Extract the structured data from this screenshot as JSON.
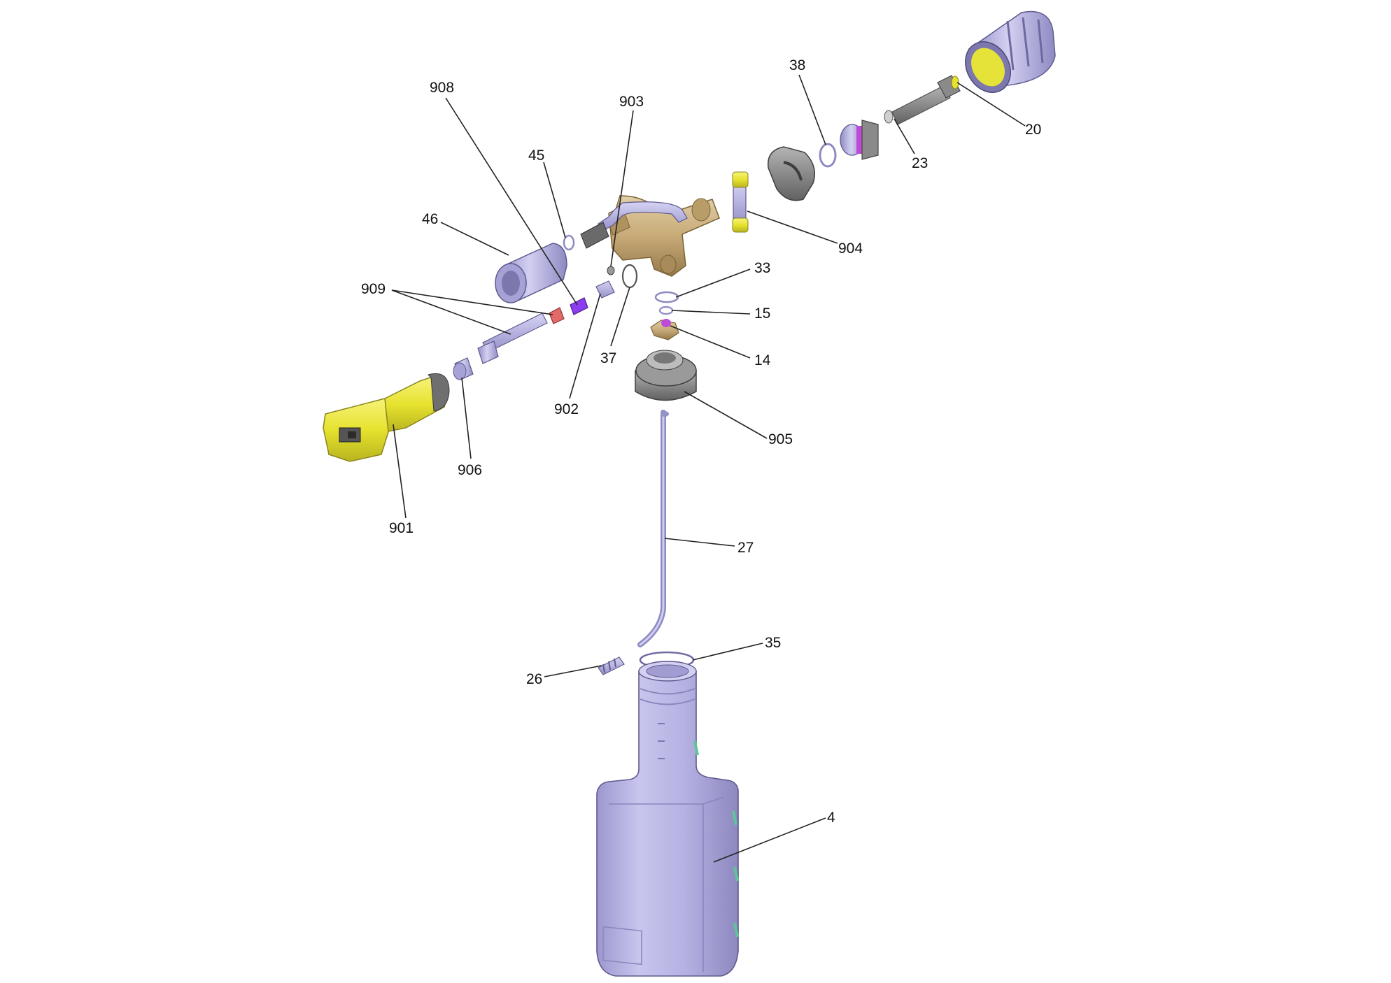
{
  "diagram": {
    "type": "exploded-parts-view",
    "callouts": [
      {
        "id": "20",
        "label": "20"
      },
      {
        "id": "23",
        "label": "23"
      },
      {
        "id": "38",
        "label": "38"
      },
      {
        "id": "904",
        "label": "904"
      },
      {
        "id": "903",
        "label": "903"
      },
      {
        "id": "908",
        "label": "908"
      },
      {
        "id": "45",
        "label": "45"
      },
      {
        "id": "46",
        "label": "46"
      },
      {
        "id": "909",
        "label": "909"
      },
      {
        "id": "902",
        "label": "902"
      },
      {
        "id": "37",
        "label": "37"
      },
      {
        "id": "33",
        "label": "33"
      },
      {
        "id": "15",
        "label": "15"
      },
      {
        "id": "14",
        "label": "14"
      },
      {
        "id": "905",
        "label": "905"
      },
      {
        "id": "906",
        "label": "906"
      },
      {
        "id": "901",
        "label": "901"
      },
      {
        "id": "27",
        "label": "27"
      },
      {
        "id": "35",
        "label": "35"
      },
      {
        "id": "26",
        "label": "26"
      },
      {
        "id": "4",
        "label": "4"
      }
    ],
    "colors": {
      "part_lavender": "#b9b5e6",
      "part_lavender_dark": "#8a86bd",
      "part_yellow": "#e9e63a",
      "part_yellow_dark": "#b8b322",
      "part_brass": "#c9ae7c",
      "part_brass_dark": "#9c8152",
      "part_grey": "#8a8a8a",
      "part_grey_dark": "#5a5a5a",
      "part_magenta": "#c04ad8",
      "part_violet": "#8b3df0",
      "part_red": "#e36a6a",
      "bottle_green_accent": "#5fc49a"
    }
  }
}
